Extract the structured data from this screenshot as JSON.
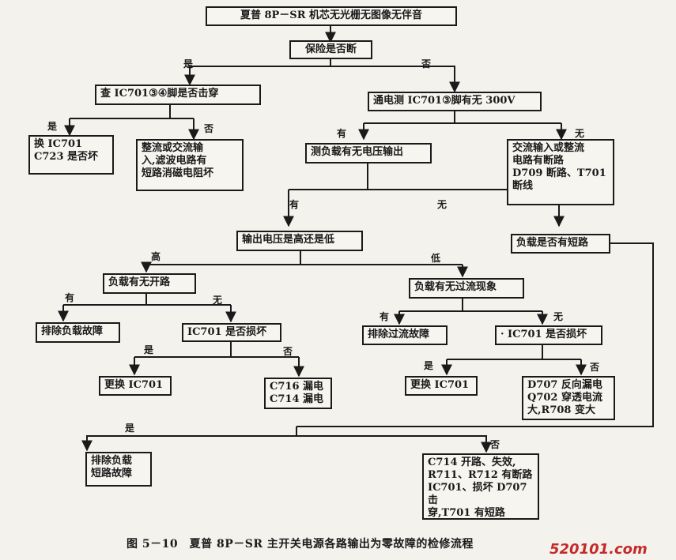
{
  "nodes": {
    "n_start": [
      "夏普 8P－SR 机芯无光栅无图像无伴音"
    ],
    "n_fuse": [
      "保险是否断"
    ],
    "n_ic34": [
      "查 IC701③④脚是否击穿"
    ],
    "n_300v": [
      "通电测 IC701③脚有无 300V"
    ],
    "n_change_ic_c723": [
      "换 IC701",
      "C723 是否坏"
    ],
    "n_rect_short": [
      "整流或交流输",
      "入,滤波电路有",
      "短路消磁电阻坏"
    ],
    "n_load_v": [
      "测负载有无电压输出"
    ],
    "n_ac_break": [
      "交流输入或整流",
      "电路有断路",
      "D709 断路、T701",
      "断线"
    ],
    "n_out_hilo": [
      "输出电压是高还是低"
    ],
    "n_load_short": [
      "负载是否有短路"
    ],
    "n_load_open": [
      "负载有无开路"
    ],
    "n_overcurrent": [
      "负载有无过流现象"
    ],
    "n_fix_load": [
      "排除负载故障"
    ],
    "n_ic_bad_1": [
      "IC701 是否损坏"
    ],
    "n_fix_oc": [
      "排除过流故障"
    ],
    "n_ic_bad_2": [
      "· IC701 是否损坏"
    ],
    "n_replace_1": [
      "更换 IC701"
    ],
    "n_c716": [
      "C716 漏电",
      "C714 漏电"
    ],
    "n_replace_2": [
      "更换 IC701"
    ],
    "n_d707": [
      "D707 反向漏电",
      "Q702 穿透电流",
      "大,R708 变大"
    ],
    "n_fix_short": [
      "排除负载",
      "短路故障"
    ],
    "n_c714": [
      "C714 开路、失效,",
      "R711、R712 有断路",
      "IC701、损坏 D707 击",
      "穿,T701 有短路"
    ]
  },
  "labels": {
    "yes": "是",
    "no": "否",
    "have": "有",
    "none": "无",
    "high": "高",
    "low": "低"
  },
  "caption": "图 5－10　夏普 8P－SR 主开关电源各路输出为零故障的检修流程",
  "watermark": "520101.com",
  "colors": {
    "line": "#1a1a1a",
    "paper": "#f3f2ec",
    "watermark": "#c42a2a"
  }
}
